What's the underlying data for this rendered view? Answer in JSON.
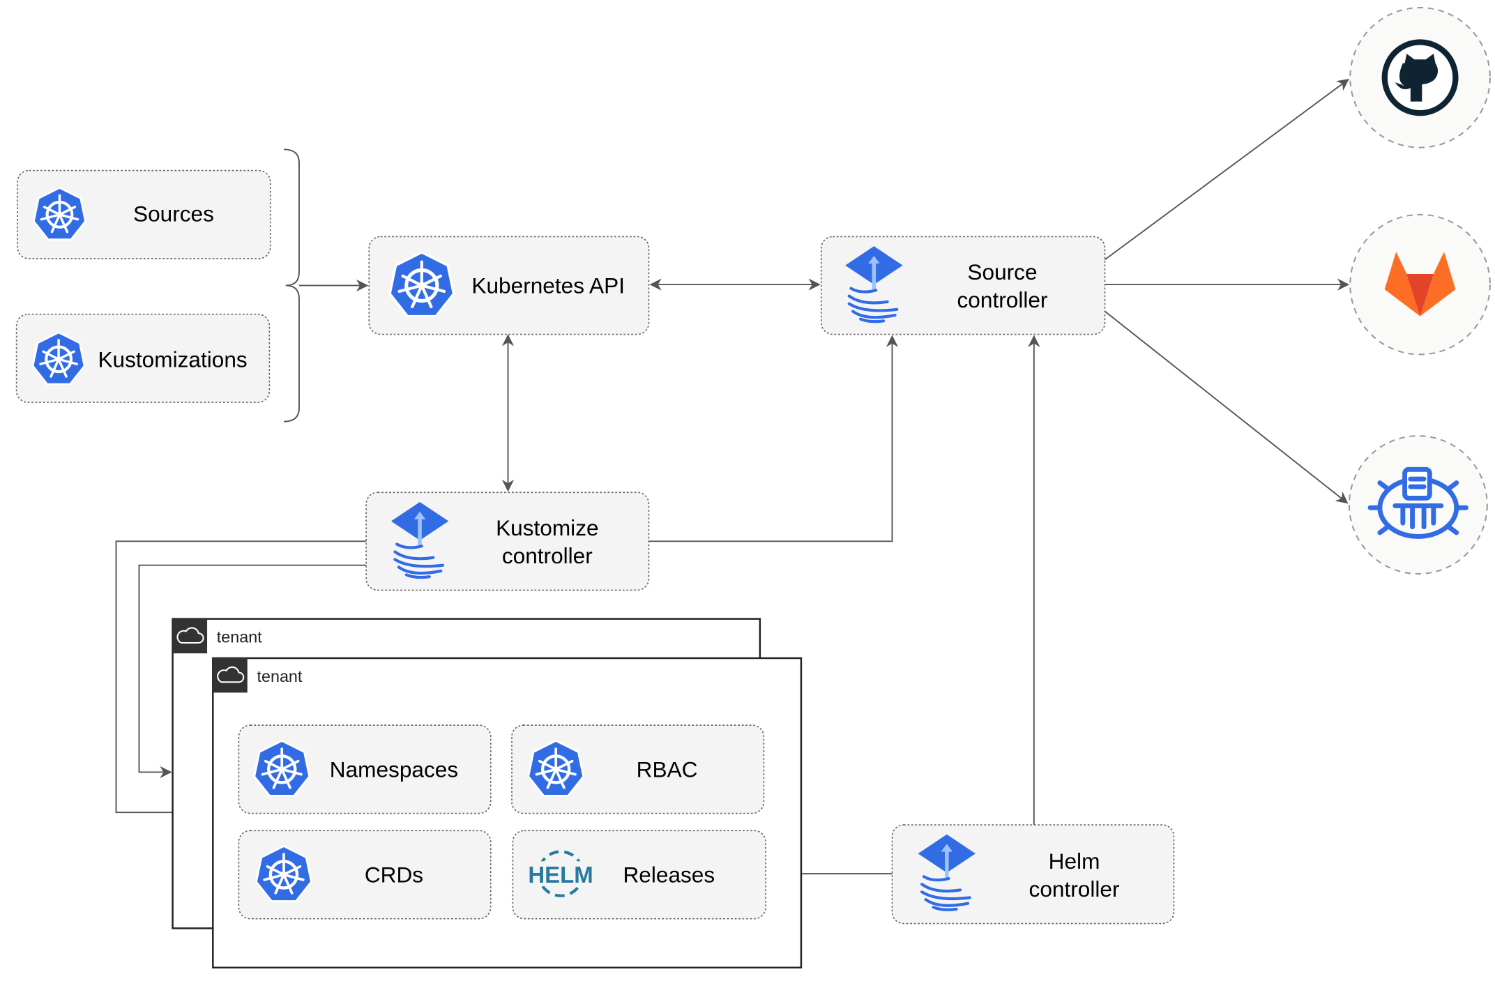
{
  "nodes": {
    "sources": "Sources",
    "kustomizations": "Kustomizations",
    "kubernetes_api": "Kubernetes API",
    "source_controller": [
      "Source",
      "controller"
    ],
    "kustomize_controller": [
      "Kustomize",
      "controller"
    ],
    "helm_controller": [
      "Helm",
      "controller"
    ],
    "namespaces": "Namespaces",
    "rbac": "RBAC",
    "crds": "CRDs",
    "releases": "Releases"
  },
  "tenants": [
    "tenant",
    "tenant"
  ],
  "icons": {
    "kubernetes": "kubernetes-icon",
    "flux": "flux-icon",
    "helm": "helm-icon",
    "github": "github-icon",
    "gitlab": "gitlab-icon",
    "bucket": "bucket-icon",
    "cloud": "cloud-icon"
  },
  "helm_logo_text": "HELM",
  "colors": {
    "kubernetes_blue": "#326ce5",
    "helm_blue": "#277a9f",
    "github": "#0f2433",
    "gitlab_orange": "#e24329",
    "gitlab_yellow": "#fca326"
  }
}
